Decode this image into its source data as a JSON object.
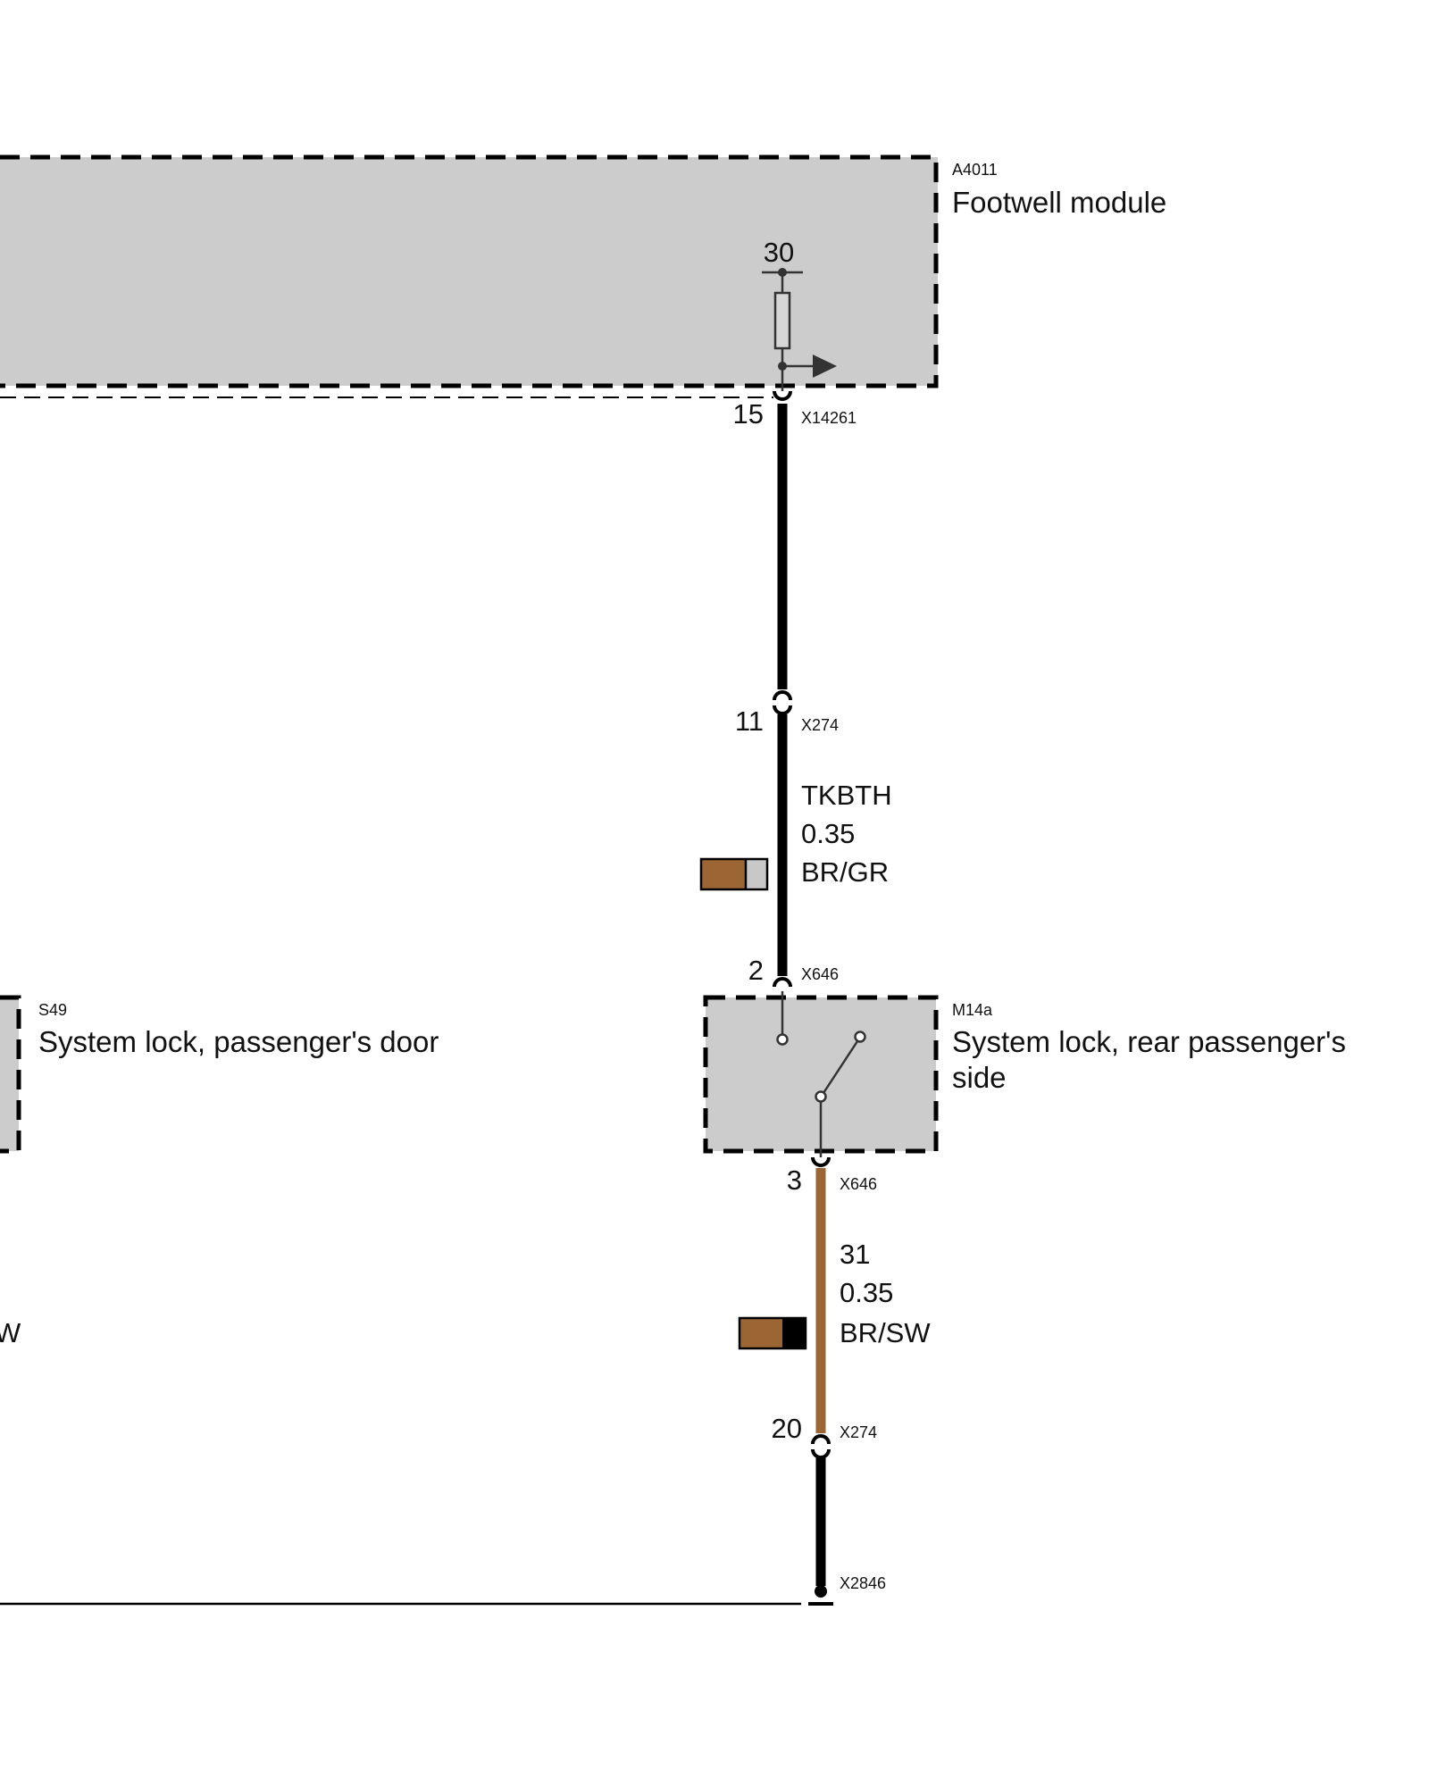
{
  "colors": {
    "module_fill": "#cccccc",
    "wire_black": "#000000",
    "wire_brown": "#9b6634",
    "swatch_grey": "#c8c8c8"
  },
  "footwell_module": {
    "code": "A4011",
    "name": "Footwell module",
    "pin_top": "30",
    "pin_out": "15",
    "connector": "X14261"
  },
  "wire_top": {
    "pin_lower": "11",
    "connector": "X274",
    "signal": "TKBTH",
    "gauge": "0.35",
    "color_code": "BR/GR"
  },
  "lock_left": {
    "code": "S49",
    "name": "System lock, passenger's door",
    "clipped_text": "W"
  },
  "lock_right": {
    "code": "M14a",
    "name_line1": "System lock, rear passenger's",
    "name_line2": "side",
    "pin_in": "2",
    "connector_in": "X646",
    "pin_out": "3",
    "connector_out": "X646"
  },
  "wire_bottom": {
    "signal": "31",
    "gauge": "0.35",
    "color_code": "BR/SW",
    "pin_lower": "20",
    "connector": "X274"
  },
  "ground": {
    "connector": "X2846"
  }
}
